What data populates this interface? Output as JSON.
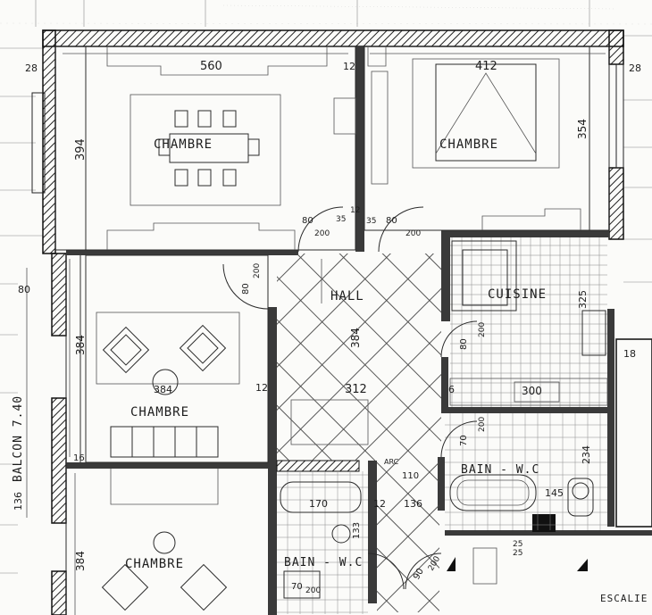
{
  "rooms": {
    "bedroom_top_left": "CHAMBRE",
    "bedroom_top_right": "CHAMBRE",
    "hall": "HALL",
    "kitchen": "CUISINE",
    "bedroom_middle": "CHAMBRE",
    "bath_right": "BAIN - W.C",
    "bath_left": "BAIN - W.C",
    "bedroom_bottom": "CHAMBRE"
  },
  "balcony": "BALCON 7.40",
  "stair": "ESCALIE",
  "arc_note": "ARC",
  "dimensions": {
    "top_left_width": "560",
    "top_right_width": "412",
    "left_height_top": "394",
    "right_height_top": "354",
    "wall_12_a": "12",
    "wall_28_left": "28",
    "wall_28_right": "28",
    "door_80_a": "80",
    "door_200_a": "200",
    "door_35_a": "35",
    "door_12_b": "12",
    "door_35_b": "35",
    "door_80_b": "80",
    "door_200_b": "200",
    "door_80_c": "80",
    "door_200_c": "200",
    "balcony_80": "80",
    "mid_left_height": "384",
    "hall_length": "384",
    "hall_width": "312",
    "wall_12_c": "12",
    "bedroom_mid_384": "384",
    "kitchen_325": "325",
    "door_80_d": "80",
    "door_200_d": "200",
    "kitchen_300": "300",
    "kitchen_6": "6",
    "wall_18": "18",
    "door_70": "70",
    "door_200_e": "200",
    "bath_234": "234",
    "bath_145": "145",
    "wall_16": "16",
    "bath_170": "170",
    "wall_12_d": "12",
    "hall_136": "136",
    "hall_110": "110",
    "bath_133": "133",
    "balcony_136": "136",
    "bottom_left_384": "384",
    "door_70_b": "70",
    "door_200_f": "200",
    "door_90": "90",
    "door_200_g": "200",
    "stair_25": "25",
    "stair_25_b": "25"
  }
}
